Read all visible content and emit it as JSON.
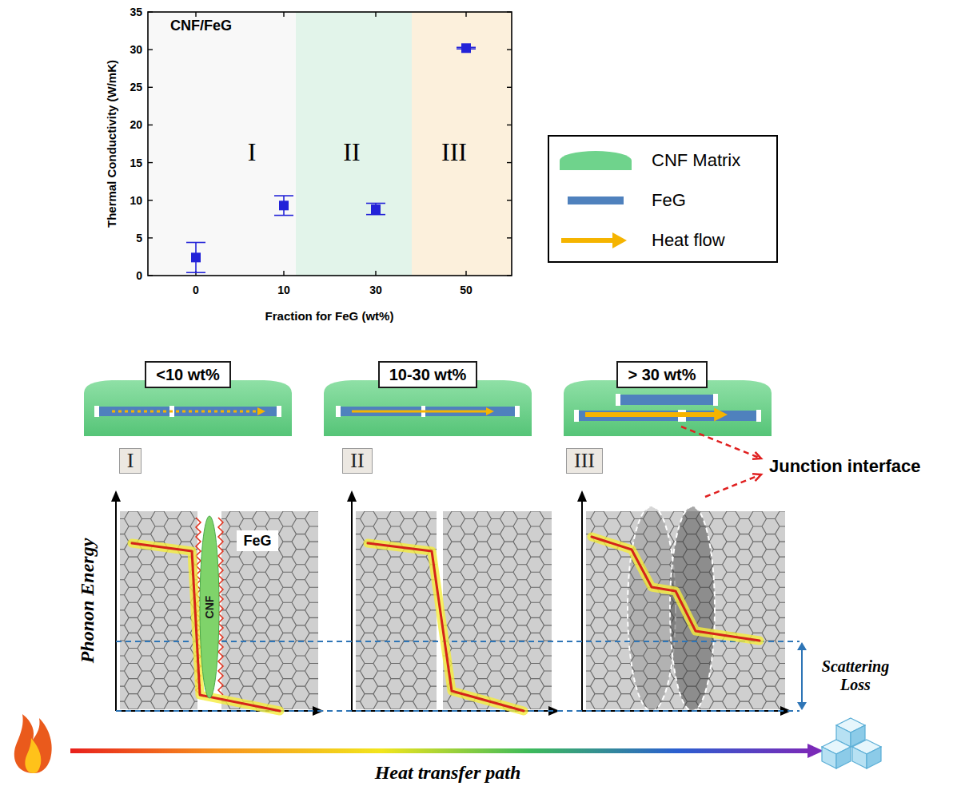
{
  "diagram": {
    "nodes": [
      {
        "text": [
          "<10 wt%"
        ]
      },
      {
        "text": [
          "10-30 wt%"
        ]
      },
      {
        "text": [
          "> 30 wt%"
        ]
      },
      {
        "text": [
          "I"
        ]
      },
      {
        "text": [
          "II"
        ]
      },
      {
        "text": [
          "III"
        ]
      },
      {
        "text": [
          "CNF"
        ]
      },
      {
        "text": [
          "FeG"
        ]
      }
    ],
    "labels": [
      "CNF/FeG",
      "Thermal Conductivity (W/mK)",
      "Fraction for FeG (wt%)",
      "0",
      "5",
      "10",
      "15",
      "20",
      "25",
      "30",
      "35",
      "0",
      "10",
      "30",
      "50",
      "I",
      "II",
      "III",
      "Junction interface",
      "Phonon Energy",
      "Scattering Loss",
      "Heat transfer path"
    ],
    "legend": [
      {
        "text": "CNF Matrix",
        "color": "#6fd38c"
      },
      {
        "text": "FeG",
        "color": "#4f81bd"
      },
      {
        "text": "Heat flow"
      }
    ]
  }
}
